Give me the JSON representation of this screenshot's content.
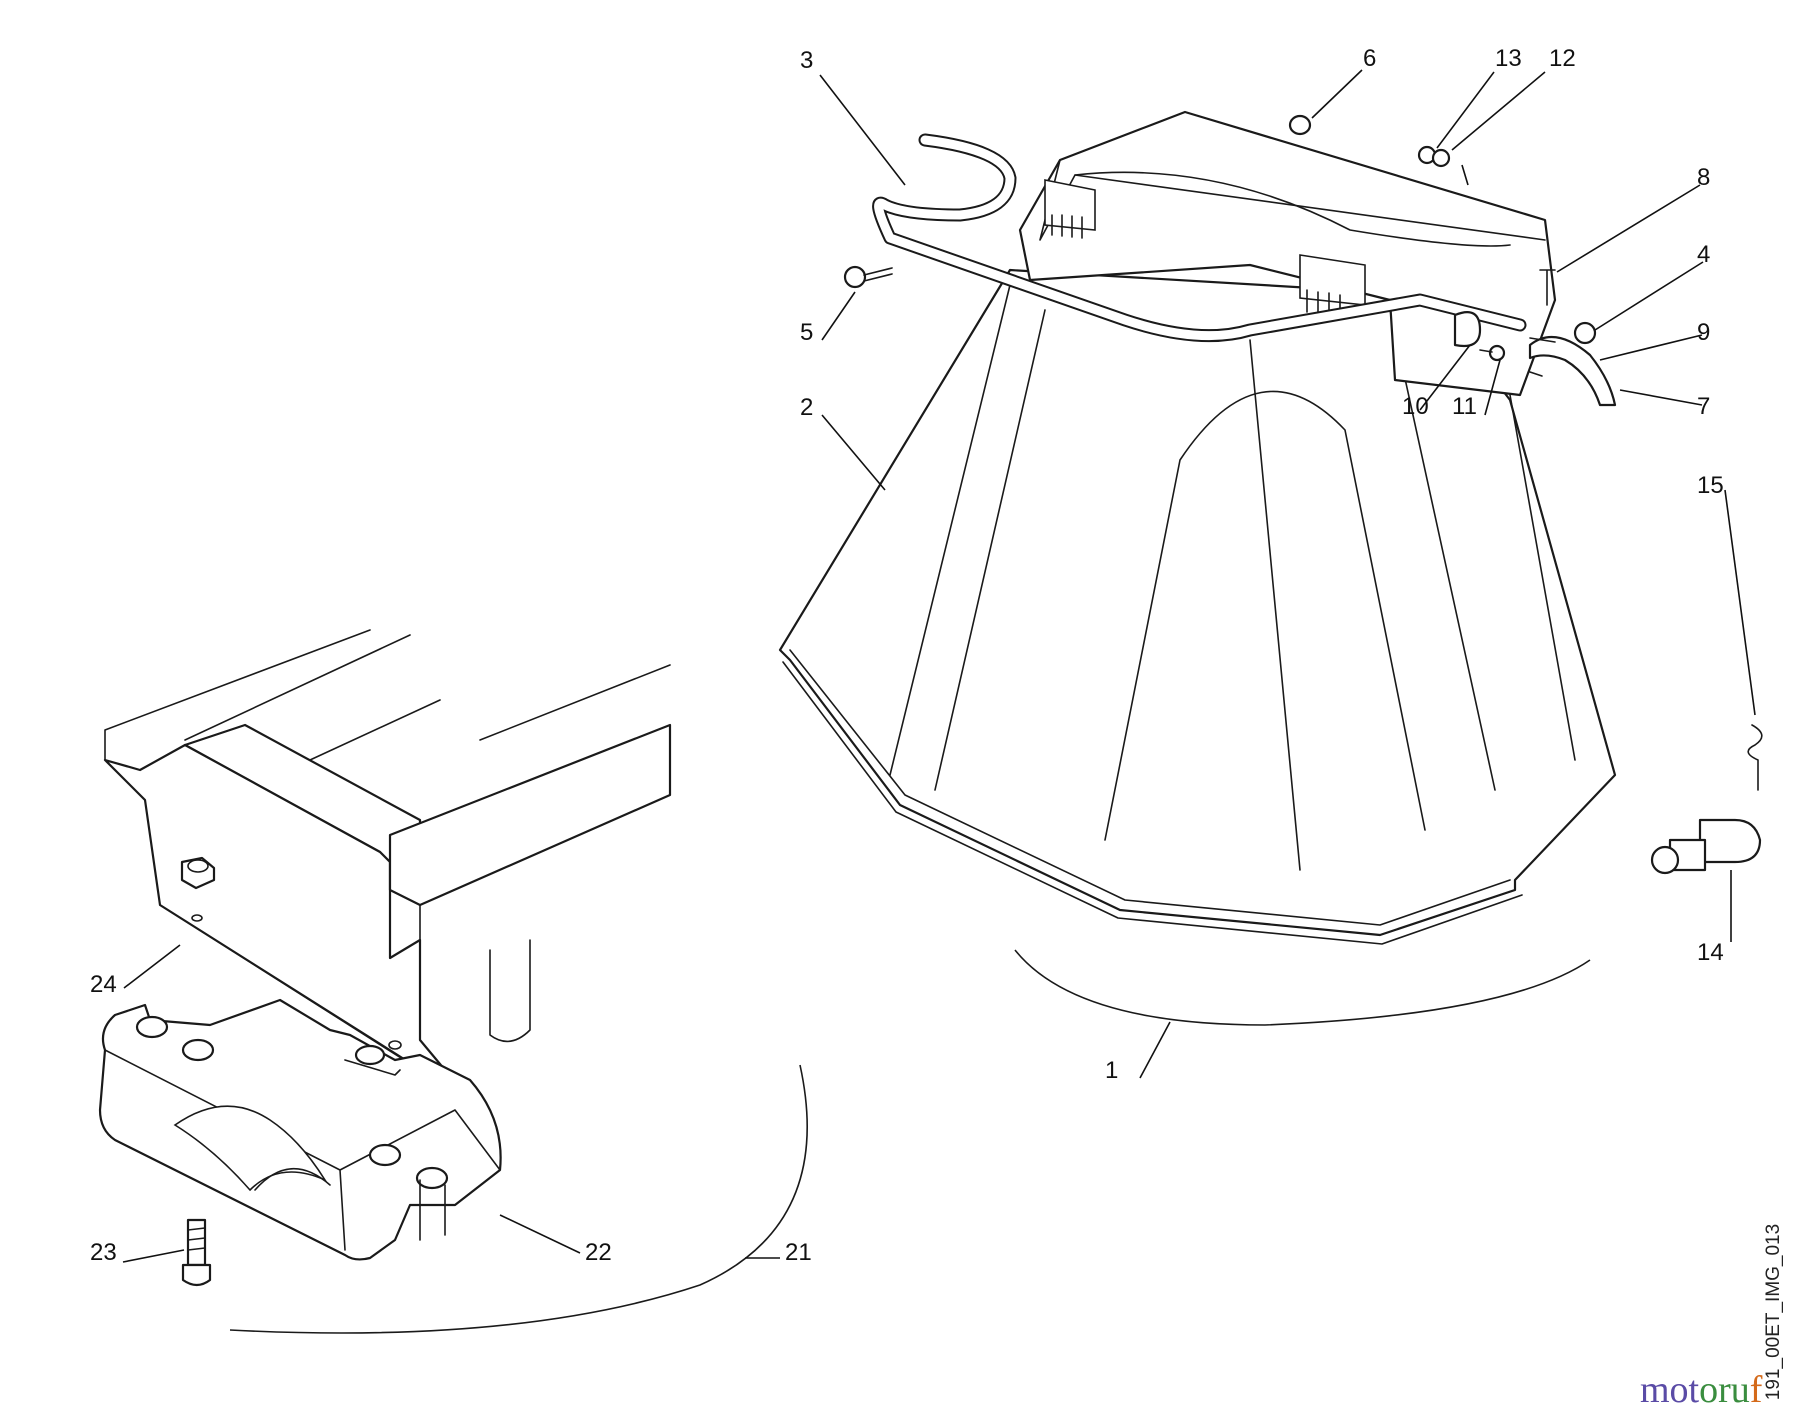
{
  "diagram": {
    "callouts": [
      {
        "id": "c1",
        "label": "1"
      },
      {
        "id": "c2",
        "label": "2"
      },
      {
        "id": "c3",
        "label": "3"
      },
      {
        "id": "c4",
        "label": "4"
      },
      {
        "id": "c5",
        "label": "5"
      },
      {
        "id": "c6",
        "label": "6"
      },
      {
        "id": "c7",
        "label": "7"
      },
      {
        "id": "c8",
        "label": "8"
      },
      {
        "id": "c9",
        "label": "9"
      },
      {
        "id": "c10",
        "label": "10"
      },
      {
        "id": "c11",
        "label": "11"
      },
      {
        "id": "c12",
        "label": "12"
      },
      {
        "id": "c13",
        "label": "13"
      },
      {
        "id": "c14",
        "label": "14"
      },
      {
        "id": "c15",
        "label": "15"
      },
      {
        "id": "c21",
        "label": "21"
      },
      {
        "id": "c22",
        "label": "22"
      },
      {
        "id": "c23",
        "label": "23"
      },
      {
        "id": "c24",
        "label": "24"
      }
    ],
    "reference_code": "191_00ET_IMG_013"
  },
  "watermark": {
    "part1": "mot",
    "part2": "oru",
    "part3": "f"
  },
  "colors": {
    "line": "#1a1a1a",
    "background": "#ffffff",
    "wm_purple": "#5a4ba6",
    "wm_green": "#3a8d3f",
    "wm_orange": "#d46a1a"
  }
}
